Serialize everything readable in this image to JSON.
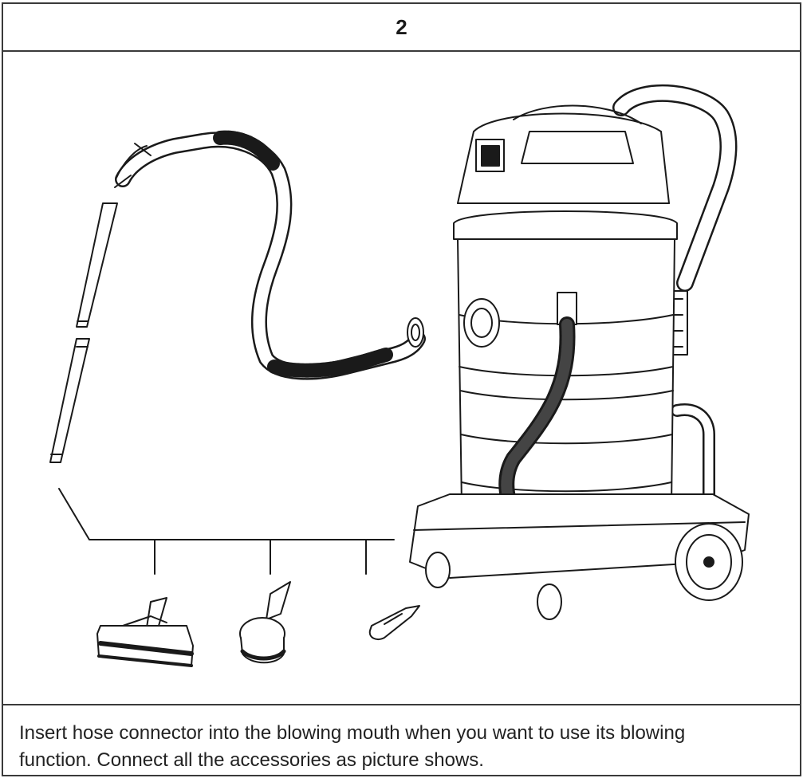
{
  "step": {
    "number": "2"
  },
  "figure": {
    "items": [
      "hose-icon",
      "extension-tube-icon",
      "extension-tube-icon",
      "floor-nozzle-icon",
      "round-brush-icon",
      "crevice-nozzle-icon",
      "wet-dry-vacuum-cleaner-icon"
    ]
  },
  "caption": {
    "line1": "Insert hose connector into the blowing mouth when you want to use its blowing",
    "line2": "function. Connect all the accessories as picture shows."
  }
}
